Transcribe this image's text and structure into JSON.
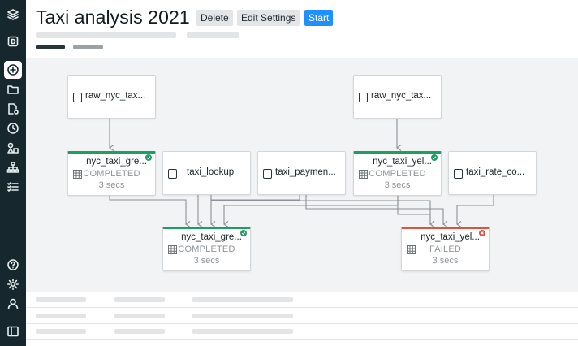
{
  "header": {
    "title": "Taxi analysis 2021",
    "delete_label": "Delete",
    "edit_settings_label": "Edit Settings",
    "start_label": "Start"
  },
  "sidebar": {
    "items": [
      {
        "name": "logo-layers-icon"
      },
      {
        "name": "dashboard-d-icon"
      },
      {
        "name": "add-circle-icon",
        "active": true
      },
      {
        "name": "folder-icon"
      },
      {
        "name": "file-settings-icon"
      },
      {
        "name": "history-clock-icon"
      },
      {
        "name": "shapes-icon"
      },
      {
        "name": "hierarchy-icon"
      },
      {
        "name": "checklist-icon"
      },
      {
        "name": "help-icon"
      },
      {
        "name": "settings-gear-icon"
      },
      {
        "name": "user-icon"
      },
      {
        "name": "sidebar-toggle-icon"
      }
    ]
  },
  "colors": {
    "sidebar_bg": "#16282e",
    "accent_blue": "#1e90ff",
    "success": "#1e9e63",
    "failure": "#e0533f"
  },
  "nodes": {
    "raw1": {
      "label": "raw_nyc_tax..."
    },
    "raw2": {
      "label": "raw_nyc_tax..."
    },
    "green_job": {
      "label": "nyc_taxi_gre...",
      "status": "COMPLETED",
      "duration": "3 secs"
    },
    "lookup": {
      "label": "taxi_lookup"
    },
    "payment": {
      "label": "taxi_paymen..."
    },
    "yellow_job": {
      "label": "nyc_taxi_yel...",
      "status": "COMPLETED",
      "duration": "3 secs"
    },
    "rate": {
      "label": "taxi_rate_co..."
    },
    "green_out": {
      "label": "nyc_taxi_gre...",
      "status": "COMPLETED",
      "duration": "3 secs"
    },
    "yellow_out": {
      "label": "nyc_taxi_yel...",
      "status": "FAILED",
      "duration": "3 secs"
    }
  }
}
